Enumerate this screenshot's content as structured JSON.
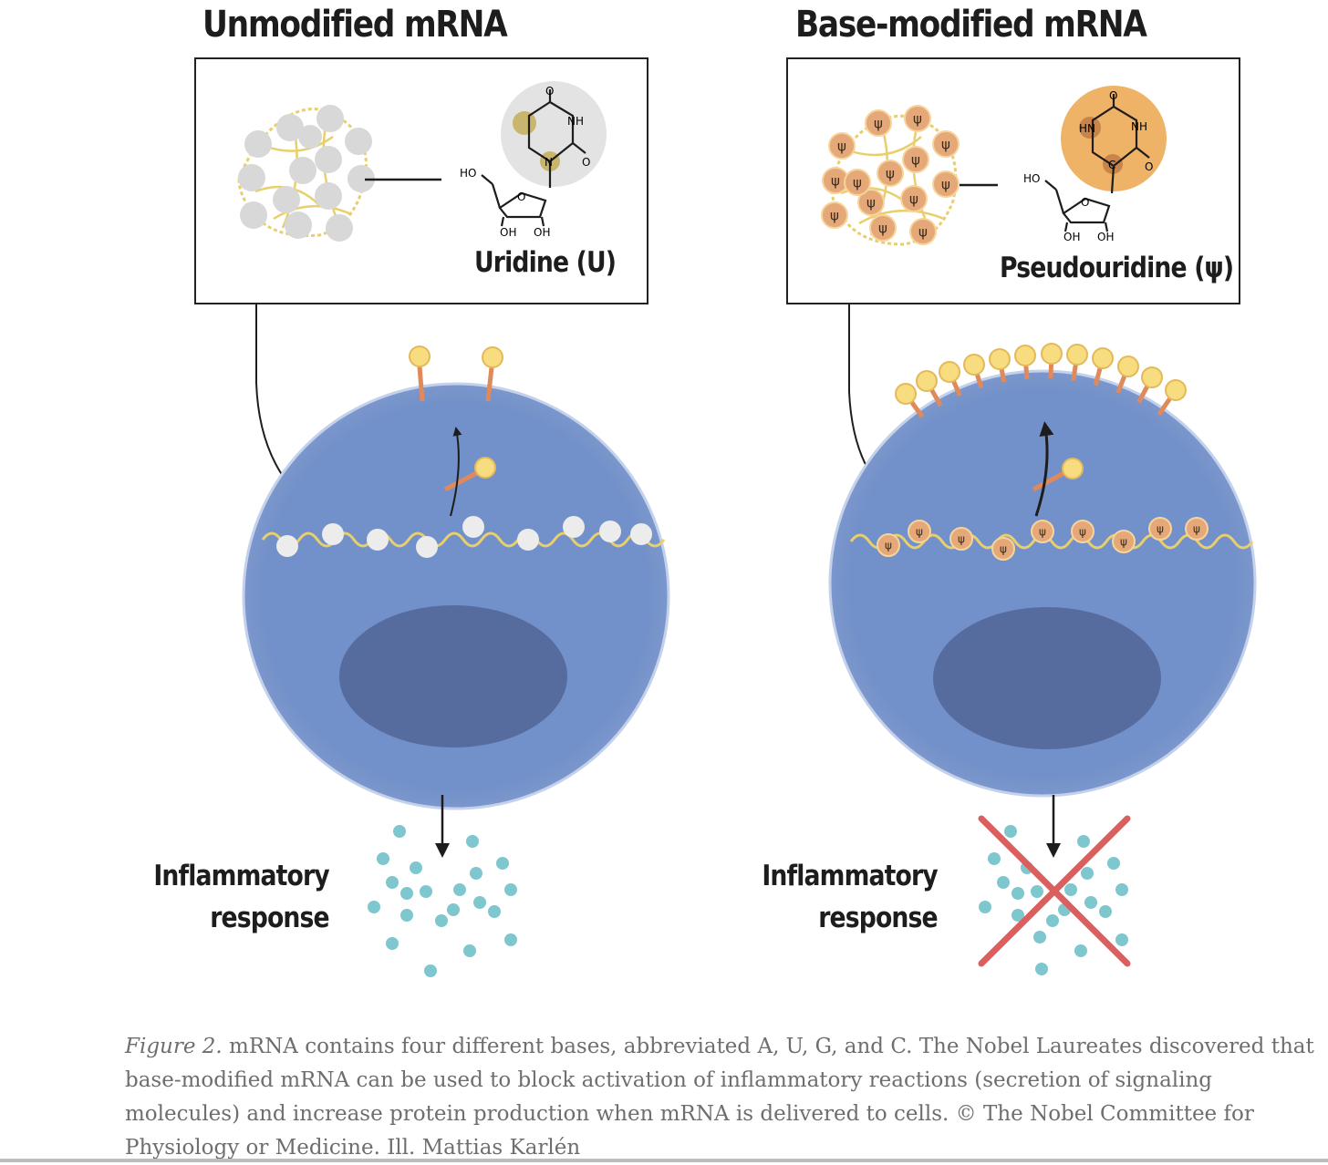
{
  "left": {
    "title": "Unmodified mRNA",
    "compound": "Uridine (U)",
    "response_line1": "Inflammatory",
    "response_line2": "response"
  },
  "right": {
    "title": "Base-modified mRNA",
    "compound": "Pseudouridine (ψ)",
    "response_line1": "Inflammatory",
    "response_line2": "response"
  },
  "chem": {
    "o": "O",
    "nh": "NH",
    "n": "N",
    "hn": "HN",
    "c": "C",
    "ho": "HO",
    "oh": "OH"
  },
  "psi_symbol": "ψ",
  "caption": {
    "figure_label": "Figure 2.",
    "text": " mRNA contains four different bases, abbreviated A, U, G, and C. The Nobel Laureates discovered that base-modified mRNA can be used to block activation of inflammatory reactions (secretion of signaling molecules) and increase protein production when mRNA is delivered to cells.  © The Nobel Committee for Physiology or Medicine. Ill. Mattias Karlén"
  },
  "colors": {
    "cell": "#7290c9",
    "nucleus": "#566c9e",
    "uridine_ball": "#d8d8d8",
    "psi_ball": "#e5a878",
    "rna_strand": "#e8cf6b",
    "receptor_head": "#f7dc80",
    "receptor_stem": "#e08a5c",
    "signal_dot": "#7fc7cf",
    "cross": "#d9605e",
    "uridine_halo": "#e3e3e3",
    "psi_halo": "#efb367"
  }
}
